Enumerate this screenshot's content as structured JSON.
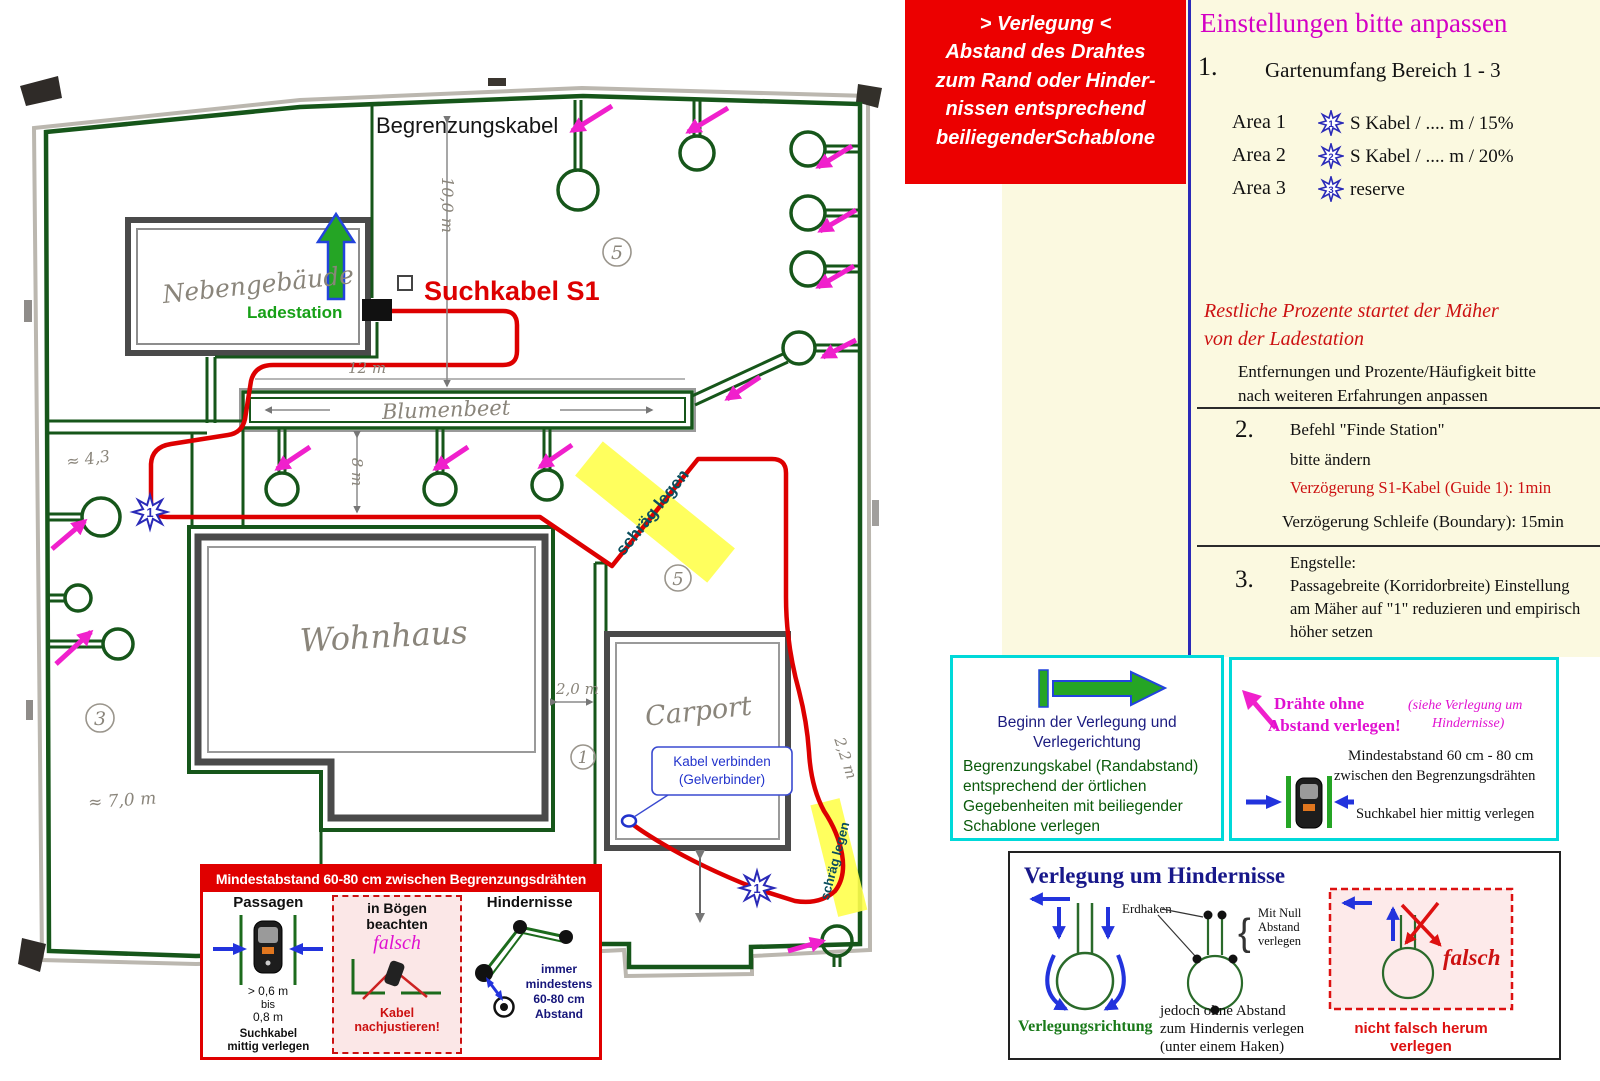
{
  "colors": {
    "boundary_green": "#16561a",
    "search_cable_red": "#dd0000",
    "arrow_magenta": "#f020cc",
    "highlight_yellow": "#ffff4d",
    "panel_magenta": "#d400c4"
  },
  "notice": {
    "lines": [
      "> Verlegung <",
      "Abstand des Drahtes",
      "zum Rand oder Hinder-",
      "nissen entsprechend",
      "beiliegenderSchablone"
    ]
  },
  "settings": {
    "title": "Einstellungen bitte anpassen",
    "item1_num": "1.",
    "item1_heading": "Gartenumfang Bereich 1 - 3",
    "areas": [
      {
        "label": "Area 1",
        "star": "1",
        "text": "S Kabel / .... m / 15%"
      },
      {
        "label": "Area 2",
        "star": "2",
        "text": "S Kabel / .... m / 20%"
      },
      {
        "label": "Area 3",
        "star": "3",
        "text": "reserve"
      }
    ],
    "red_note_1": "Restliche Prozente  startet der Mäher",
    "red_note_2": "von der Ladestation",
    "note_1": "Entfernungen und Prozente/Häufigkeit bitte",
    "note_2": "nach weiteren Erfahrungen anpassen",
    "item2_num": "2.",
    "item2_line1": "Befehl \"Finde Station\"",
    "item2_line2": "bitte ändern",
    "item2_red": "Verzögerung S1-Kabel (Guide 1): 1min",
    "item2_line3": "Verzögerung Schleife (Boundary): 15min",
    "item3_num": "3.",
    "item3_line1": "Engstelle:",
    "item3_line2": "Passagebreite (Korridorbreite) Einstellung",
    "item3_line3": "am Mäher auf \"1\" reduzieren und empirisch",
    "item3_line4": "höher setzen"
  },
  "map": {
    "begrenzungskabel": "Begrenzungskabel",
    "suchkabel_s1": "Suchkabel S1",
    "ladestation": "Ladestation",
    "nebengebaeude": "Nebengebäude",
    "blumenbeet": "Blumenbeet",
    "wohnhaus": "Wohnhaus",
    "carport": "Carport",
    "schraeg_legen_1": "schräg legen",
    "schraeg_legen_2": "schräg legen",
    "kabel_verbinden_line1": "Kabel verbinden",
    "kabel_verbinden_line2": "(Gelverbinder)",
    "dim_10m": "10,0 m",
    "dim_12m": "12 m",
    "dim_8m": "8 m",
    "dim_2m": "2,0 m",
    "dim_22m": "2,2 m",
    "dim_7m": "≈ 7,0 m",
    "dim_43": "≈ 4,3",
    "circle_5a": "5",
    "circle_5b": "5",
    "circle_3": "3",
    "circle_1": "1",
    "star_1a": "1",
    "star_1b": "1"
  },
  "legend": {
    "title": "Mindestabstand 60-80 cm zwischen Begrenzungsdrähten",
    "passagen_heading": "Passagen",
    "passagen_gt": "> 0,6 m",
    "passagen_bis": "bis",
    "passagen_max": "0,8 m",
    "passagen_note1": "Suchkabel",
    "passagen_note2": "mittig verlegen",
    "boegen_heading1": "in Bögen",
    "boegen_heading2": "beachten",
    "boegen_falsch": "falsch",
    "boegen_note1": "Kabel",
    "boegen_note2": "nachjustieren!",
    "hindernisse_heading": "Hindernisse",
    "hindernisse_note1": "immer",
    "hindernisse_note2": "mindestens",
    "hindernisse_note3": "60-80 cm",
    "hindernisse_note4": "Abstand"
  },
  "start_box": {
    "line1": "Beginn der Verlegung und",
    "line2": "Verlegerichtung",
    "line3": "Begrenzungskabel (Randabstand)",
    "line4": "entsprechend der örtlichen",
    "line5": "Gegebenheiten mit beiliegender",
    "line6": "Schablone verlegen"
  },
  "wires_box": {
    "magenta1": "Drähte ohne",
    "magenta2": "Abstand verlegen!",
    "italic1": "(siehe Verlegung um",
    "italic2": "Hindernisse)",
    "line1": "Mindestabstand 60 cm - 80 cm",
    "line2": "zwischen den Begrenzungsdrähten",
    "line3": "Suchkabel hier mittig verlegen"
  },
  "hindernisse_box": {
    "title": "Verlegung um Hindernisse",
    "erdhaken": "Erdhaken",
    "mit_null_1": "Mit Null",
    "mit_null_2": "Abstand",
    "mit_null_3": "verlegen",
    "verlegerichtung": "Verlegungsrichtung",
    "note1": "jedoch ohne Abstand",
    "note2": "zum Hindernis verlegen",
    "note3": "(unter einem Haken)",
    "falsch": "falsch",
    "warn1": "nicht falsch herum",
    "warn2": "verlegen"
  }
}
